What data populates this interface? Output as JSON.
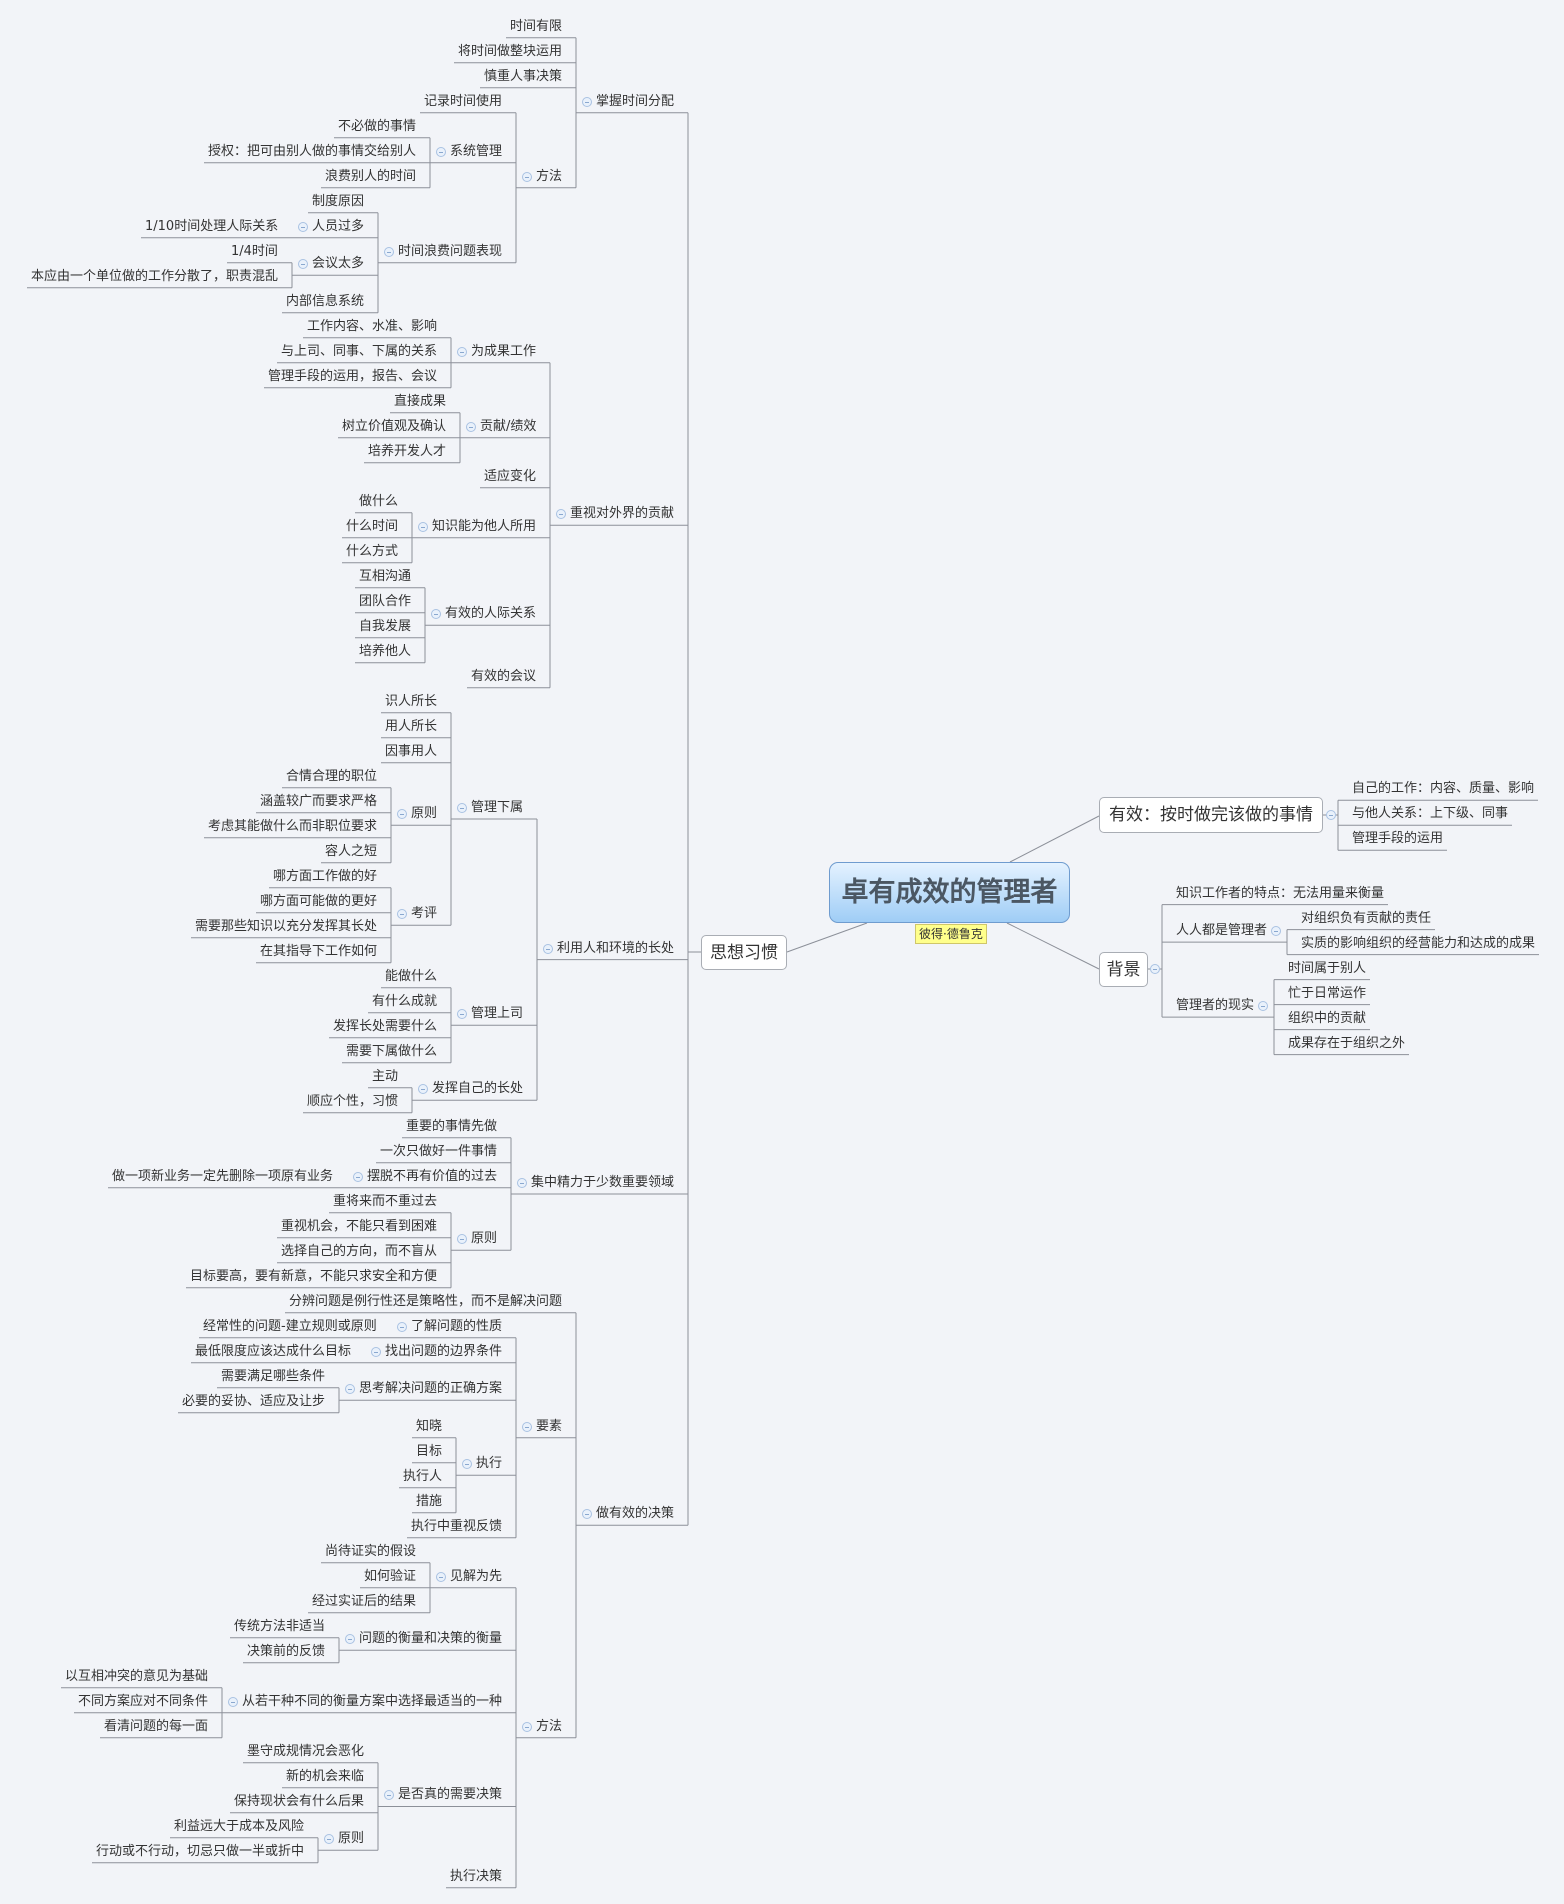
{
  "title": "卓有成效的管理者",
  "author_label": "彼得·德鲁克",
  "left_branch": {
    "label": "思想习惯",
    "children": [
      {
        "label": "掌握时间分配",
        "children": [
          {
            "label": "时间有限"
          },
          {
            "label": "将时间做整块运用"
          },
          {
            "label": "慎重人事决策"
          },
          {
            "label": "方法",
            "children": [
              {
                "label": "记录时间使用"
              },
              {
                "label": "系统管理",
                "children": [
                  {
                    "label": "不必做的事情"
                  },
                  {
                    "label": "授权：把可由别人做的事情交给别人"
                  },
                  {
                    "label": "浪费别人的时间"
                  }
                ]
              },
              {
                "label": "时间浪费问题表现",
                "children": [
                  {
                    "label": "制度原因"
                  },
                  {
                    "label": "人员过多",
                    "children": [
                      {
                        "label": "1/10时间处理人际关系"
                      }
                    ]
                  },
                  {
                    "label": "会议太多",
                    "children": [
                      {
                        "label": "1/4时间"
                      },
                      {
                        "label": "本应由一个单位做的工作分散了，职责混乱"
                      }
                    ]
                  },
                  {
                    "label": "内部信息系统"
                  }
                ]
              }
            ]
          }
        ]
      },
      {
        "label": "重视对外界的贡献",
        "children": [
          {
            "label": "为成果工作",
            "children": [
              {
                "label": "工作内容、水准、影响"
              },
              {
                "label": "与上司、同事、下属的关系"
              },
              {
                "label": "管理手段的运用，报告、会议"
              }
            ]
          },
          {
            "label": "贡献/绩效",
            "children": [
              {
                "label": "直接成果"
              },
              {
                "label": "树立价值观及确认"
              },
              {
                "label": "培养开发人才"
              }
            ]
          },
          {
            "label": "适应变化"
          },
          {
            "label": "知识能为他人所用",
            "children": [
              {
                "label": "做什么"
              },
              {
                "label": "什么时间"
              },
              {
                "label": "什么方式"
              }
            ]
          },
          {
            "label": "有效的人际关系",
            "children": [
              {
                "label": "互相沟通"
              },
              {
                "label": "团队合作"
              },
              {
                "label": "自我发展"
              },
              {
                "label": "培养他人"
              }
            ]
          },
          {
            "label": "有效的会议"
          }
        ]
      },
      {
        "label": "利用人和环境的长处",
        "children": [
          {
            "label": "管理下属",
            "children": [
              {
                "label": "识人所长"
              },
              {
                "label": "用人所长"
              },
              {
                "label": "因事用人"
              },
              {
                "label": "原则",
                "children": [
                  {
                    "label": "合情合理的职位"
                  },
                  {
                    "label": "涵盖较广而要求严格"
                  },
                  {
                    "label": "考虑其能做什么而非职位要求"
                  },
                  {
                    "label": "容人之短"
                  }
                ]
              },
              {
                "label": "考评",
                "children": [
                  {
                    "label": "哪方面工作做的好"
                  },
                  {
                    "label": "哪方面可能做的更好"
                  },
                  {
                    "label": "需要那些知识以充分发挥其长处"
                  },
                  {
                    "label": "在其指导下工作如何"
                  }
                ]
              }
            ]
          },
          {
            "label": "管理上司",
            "children": [
              {
                "label": "能做什么"
              },
              {
                "label": "有什么成就"
              },
              {
                "label": "发挥长处需要什么"
              },
              {
                "label": "需要下属做什么"
              }
            ]
          },
          {
            "label": "发挥自己的长处",
            "children": [
              {
                "label": "主动"
              },
              {
                "label": "顺应个性，习惯"
              }
            ]
          }
        ]
      },
      {
        "label": "集中精力于少数重要领域",
        "children": [
          {
            "label": "重要的事情先做"
          },
          {
            "label": "一次只做好一件事情"
          },
          {
            "label": "摆脱不再有价值的过去",
            "children": [
              {
                "label": "做一项新业务一定先删除一项原有业务"
              }
            ]
          },
          {
            "label": "原则",
            "children": [
              {
                "label": "重将来而不重过去"
              },
              {
                "label": "重视机会，不能只看到困难"
              },
              {
                "label": "选择自己的方向，而不盲从"
              },
              {
                "label": "目标要高，要有新意，不能只求安全和方便"
              }
            ]
          }
        ]
      },
      {
        "label": "做有效的决策",
        "children": [
          {
            "label": "分辨问题是例行性还是策略性，而不是解决问题"
          },
          {
            "label": "要素",
            "children": [
              {
                "label": "了解问题的性质",
                "children": [
                  {
                    "label": "经常性的问题-建立规则或原则"
                  }
                ]
              },
              {
                "label": "找出问题的边界条件",
                "children": [
                  {
                    "label": "最低限度应该达成什么目标"
                  }
                ]
              },
              {
                "label": "思考解决问题的正确方案",
                "children": [
                  {
                    "label": "需要满足哪些条件"
                  },
                  {
                    "label": "必要的妥协、适应及让步"
                  }
                ]
              },
              {
                "label": "执行",
                "children": [
                  {
                    "label": "知晓"
                  },
                  {
                    "label": "目标"
                  },
                  {
                    "label": "执行人"
                  },
                  {
                    "label": "措施"
                  }
                ]
              },
              {
                "label": "执行中重视反馈"
              }
            ]
          },
          {
            "label": "方法",
            "children": [
              {
                "label": "见解为先",
                "children": [
                  {
                    "label": "尚待证实的假设"
                  },
                  {
                    "label": "如何验证"
                  },
                  {
                    "label": "经过实证后的结果"
                  }
                ]
              },
              {
                "label": "问题的衡量和决策的衡量",
                "children": [
                  {
                    "label": "传统方法非适当"
                  },
                  {
                    "label": "决策前的反馈"
                  }
                ]
              },
              {
                "label": "从若干种不同的衡量方案中选择最适当的一种",
                "children": [
                  {
                    "label": "以互相冲突的意见为基础"
                  },
                  {
                    "label": "不同方案应对不同条件"
                  },
                  {
                    "label": "看清问题的每一面"
                  }
                ]
              },
              {
                "label": "是否真的需要决策",
                "children": [
                  {
                    "label": "墨守成规情况会恶化"
                  },
                  {
                    "label": "新的机会来临"
                  },
                  {
                    "label": "保持现状会有什么后果"
                  },
                  {
                    "label": "原则",
                    "children": [
                      {
                        "label": "利益远大于成本及风险"
                      },
                      {
                        "label": "行动或不行动，切忌只做一半或折中"
                      }
                    ]
                  }
                ]
              },
              {
                "label": "执行决策"
              }
            ]
          }
        ]
      }
    ]
  },
  "right_branches": [
    {
      "label": "有效：按时做完该做的事情",
      "children": [
        {
          "label": "自己的工作：内容、质量、影响"
        },
        {
          "label": "与他人关系：上下级、同事"
        },
        {
          "label": "管理手段的运用"
        }
      ]
    },
    {
      "label": "背景",
      "children": [
        {
          "label": "知识工作者的特点：无法用量来衡量"
        },
        {
          "label": "人人都是管理者",
          "children": [
            {
              "label": "对组织负有贡献的责任"
            },
            {
              "label": "实质的影响组织的经营能力和达成的成果"
            }
          ]
        },
        {
          "label": "管理者的现实",
          "children": [
            {
              "label": "时间属于别人"
            },
            {
              "label": "忙于日常运作"
            },
            {
              "label": "组织中的贡献"
            },
            {
              "label": "成果存在于组织之外"
            }
          ]
        }
      ]
    }
  ]
}
